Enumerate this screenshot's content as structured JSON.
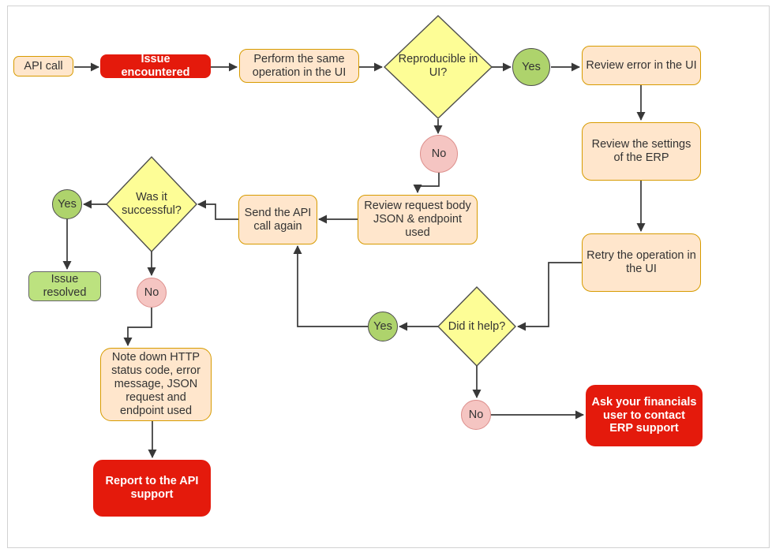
{
  "colors": {
    "process_fill": "#ffe6cc",
    "process_border": "#d79b00",
    "alert_fill": "#e41a0c",
    "alert_text": "#ffffff",
    "decision_fill": "#fdfd96",
    "shape_stroke": "#4d4d4d",
    "yes_fill": "#aed36c",
    "no_fill": "#f5c5c2",
    "no_border": "#dd8f8c",
    "success_fill": "#bce27f",
    "success_border": "#666666",
    "connector": "#383838"
  },
  "nodes": {
    "api_call": "API call",
    "issue_encountered": "Issue encountered",
    "perform_ui": "Perform the same operation in the UI",
    "reproducible": "Reproducible in UI?",
    "yes_reproducible": "Yes",
    "review_error": "Review error in the UI",
    "review_settings": "Review the settings of the ERP",
    "retry_ui": "Retry the operation in the UI",
    "no_reproducible": "No",
    "review_request": "Review request body JSON & endpoint used",
    "send_api": "Send the API call again",
    "was_successful": "Was it successful?",
    "yes_successful": "Yes",
    "issue_resolved": "Issue resolved",
    "no_successful": "No",
    "note_down": "Note down HTTP status code, error message, JSON request and endpoint used",
    "report_api": "Report to the API support",
    "did_it_help": "Did it help?",
    "yes_did_it_help": "Yes",
    "no_did_it_help": "No",
    "ask_erp": "Ask your financials user to contact ERP support"
  }
}
